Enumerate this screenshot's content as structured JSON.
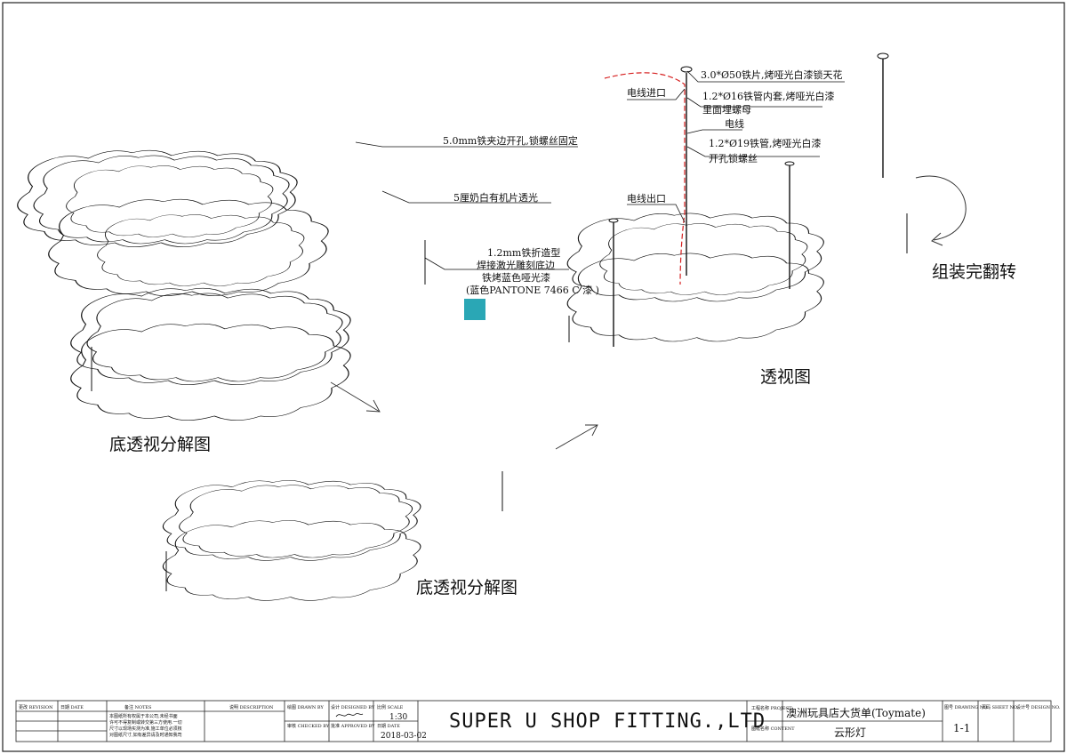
{
  "callouts": {
    "steel_edge": "5.0mm铁夹边开孔,锁螺丝固定",
    "acrylic": "5厘奶白有机片透光",
    "base_line1": "1.2mm铁折造型",
    "base_line2": "焊接激光雕刻底边",
    "base_line3": "铁烤蓝色哑光漆",
    "base_line4": "(蓝色PANTONE  7466 C 漆 )",
    "swatch_color": "#2aa7b5",
    "plate": "3.0*Ø50铁片,烤哑光白漆锁天花",
    "tube16_line1": "1.2*Ø16铁管内套,烤哑光白漆",
    "tube16_line2": "里面埋螺母",
    "wire": "电线",
    "tube19_line1": "1.2*Ø19铁管,烤哑光白漆",
    "tube19_line2": "开孔锁螺丝",
    "wire_in": "电线进口",
    "wire_out": "电线出口",
    "flip": "组装完翻转"
  },
  "view_titles": {
    "exploded_top": "底透视分解图",
    "exploded_bottom": "底透视分解图",
    "perspective": "透视图"
  },
  "title_block": {
    "revision_label": "更改 REVISION",
    "date_label": "日期 DATE",
    "notes_label": "备注      NOTES",
    "notes_text_1": "本图纸所有权属于本公司,未经书面",
    "notes_text_2": "许可不得复制或转交第三方使用.一切",
    "notes_text_3": "尺寸以现场实测为准,施工单位必须核",
    "notes_text_4": "对图纸尺寸,如有差异请及时通知我司",
    "description_label": "说明    DESCRIPTION",
    "drawn_label": "绘图 DRAWN BY",
    "designed_label": "设计 DESIGNED BY",
    "checked_label": "审核 CHECKED BY",
    "approved_label": "批准 APPROVED BY",
    "scale_label": "比例 SCALE",
    "scale_value": "1:30",
    "date2_label": "日期  DATE",
    "date_value": "2018-03-02",
    "company": "SUPER U SHOP FITTING.,LTD",
    "project_label": "工程名称 PROJECT",
    "project_value": "澳洲玩具店大货单(Toymate)",
    "content_label": "图纸名称 CONTENT",
    "content_value": "云形灯",
    "drawing_no_label": "图号 DRAWING NO.",
    "drawing_no_value": "1-1",
    "sheet_no_label": "页码 SHEET NO.",
    "design_no_label": "设计号 DESIGN NO."
  }
}
